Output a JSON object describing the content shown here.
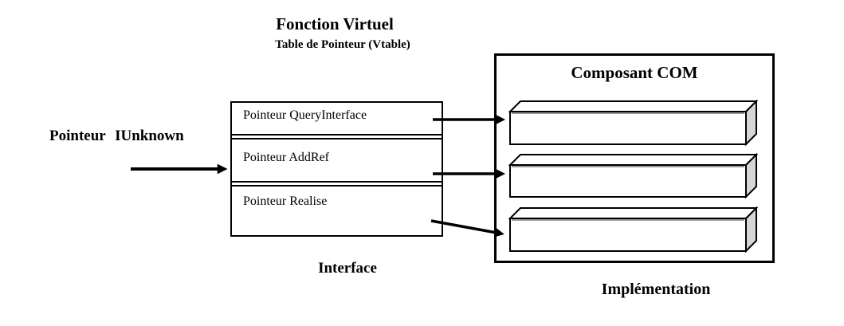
{
  "titles": {
    "main": "Fonction Virtuel",
    "sub": "Table de Pointeur (Vtable)"
  },
  "left_label": "Pointeur IUnknown",
  "vtable": {
    "rows": [
      "Pointeur QueryInterface",
      "Pointeur AddRef",
      "Pointeur Realise"
    ],
    "caption": "Interface"
  },
  "component": {
    "title": "Composant COM",
    "caption": "Implémentation",
    "bar_count": 3
  },
  "colors": {
    "line": "#000000",
    "bar_front_fill": "#ffffff",
    "bar_top_fill": "#ffffff",
    "bar_side_fill": "#d6d6d6",
    "bar_top_edge": "#9a9a9a",
    "background": "#ffffff"
  }
}
